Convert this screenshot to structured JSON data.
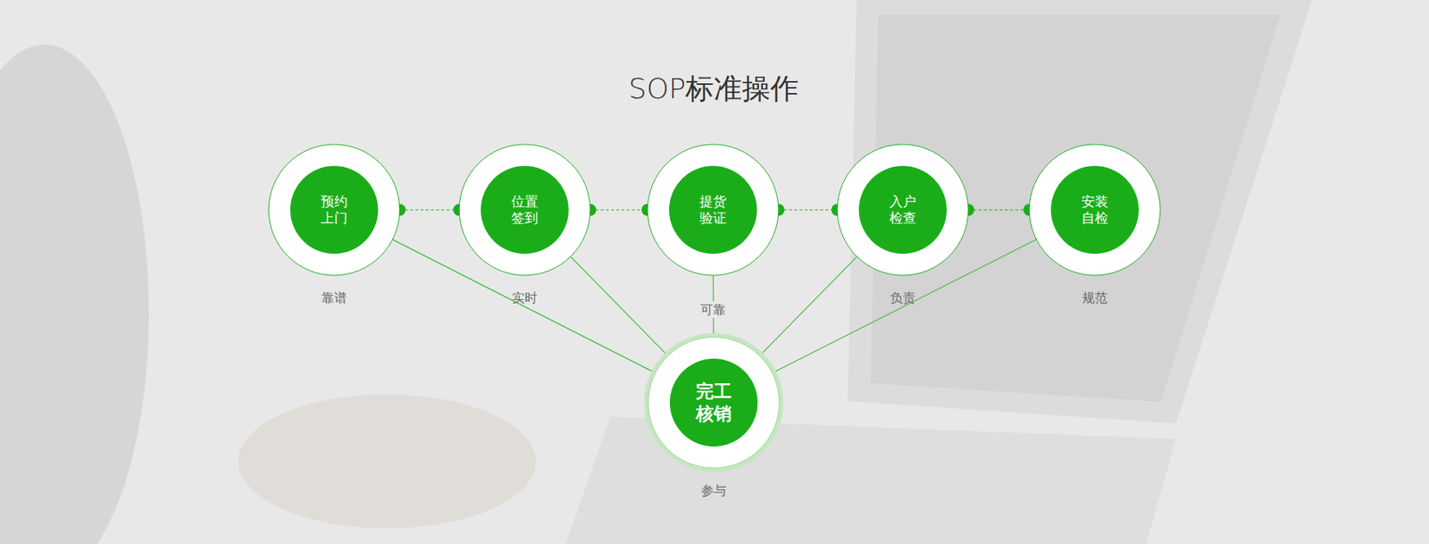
{
  "diagram": {
    "title": "SOP标准操作",
    "nodes": [
      {
        "text": [
          "预约 上门",
          "靠谱"
        ]
      },
      {
        "text": [
          "位置 签到",
          "实时"
        ]
      },
      {
        "text": [
          "提货 验证",
          "可靠"
        ]
      },
      {
        "text": [
          "入户 检查",
          "负责"
        ]
      },
      {
        "text": [
          "安装 自检",
          "规范"
        ]
      },
      {
        "text": [
          "完工 核销",
          "参与"
        ]
      }
    ],
    "edges": [
      {
        "from": 0,
        "to": 1,
        "arrow": "none"
      },
      {
        "from": 1,
        "to": 2,
        "arrow": "none"
      },
      {
        "from": 2,
        "to": 3,
        "arrow": "none"
      },
      {
        "from": 3,
        "to": 4,
        "arrow": "none"
      },
      {
        "from": 0,
        "to": 5,
        "arrow": "none"
      },
      {
        "from": 1,
        "to": 5,
        "arrow": "none"
      },
      {
        "from": 2,
        "to": 5,
        "arrow": "none"
      },
      {
        "from": 3,
        "to": 5,
        "arrow": "none"
      },
      {
        "from": 4,
        "to": 5,
        "arrow": "none"
      }
    ]
  }
}
